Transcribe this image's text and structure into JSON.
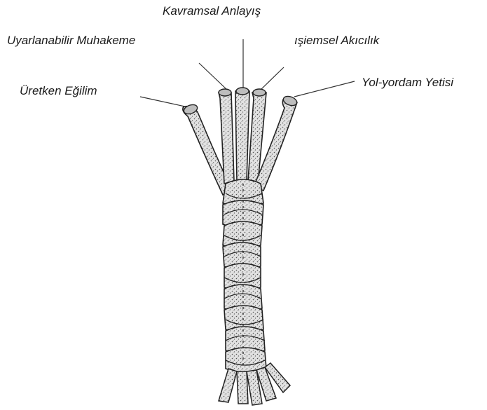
{
  "labels": {
    "kavramsal": "Kavramsal Anlayış",
    "uyarlanabilir": "Uyarlanabilir Muhakeme",
    "islemsel": "ışiemsel Akıcılık",
    "yol_yordam": "Yol-yordam Yetisi",
    "uretken": "Üretken Eğilim"
  },
  "colors": {
    "rope_fill": "#dcdcdc",
    "rope_stroke": "#222222",
    "leader_line": "#333333",
    "text": "#1a1a1a"
  }
}
